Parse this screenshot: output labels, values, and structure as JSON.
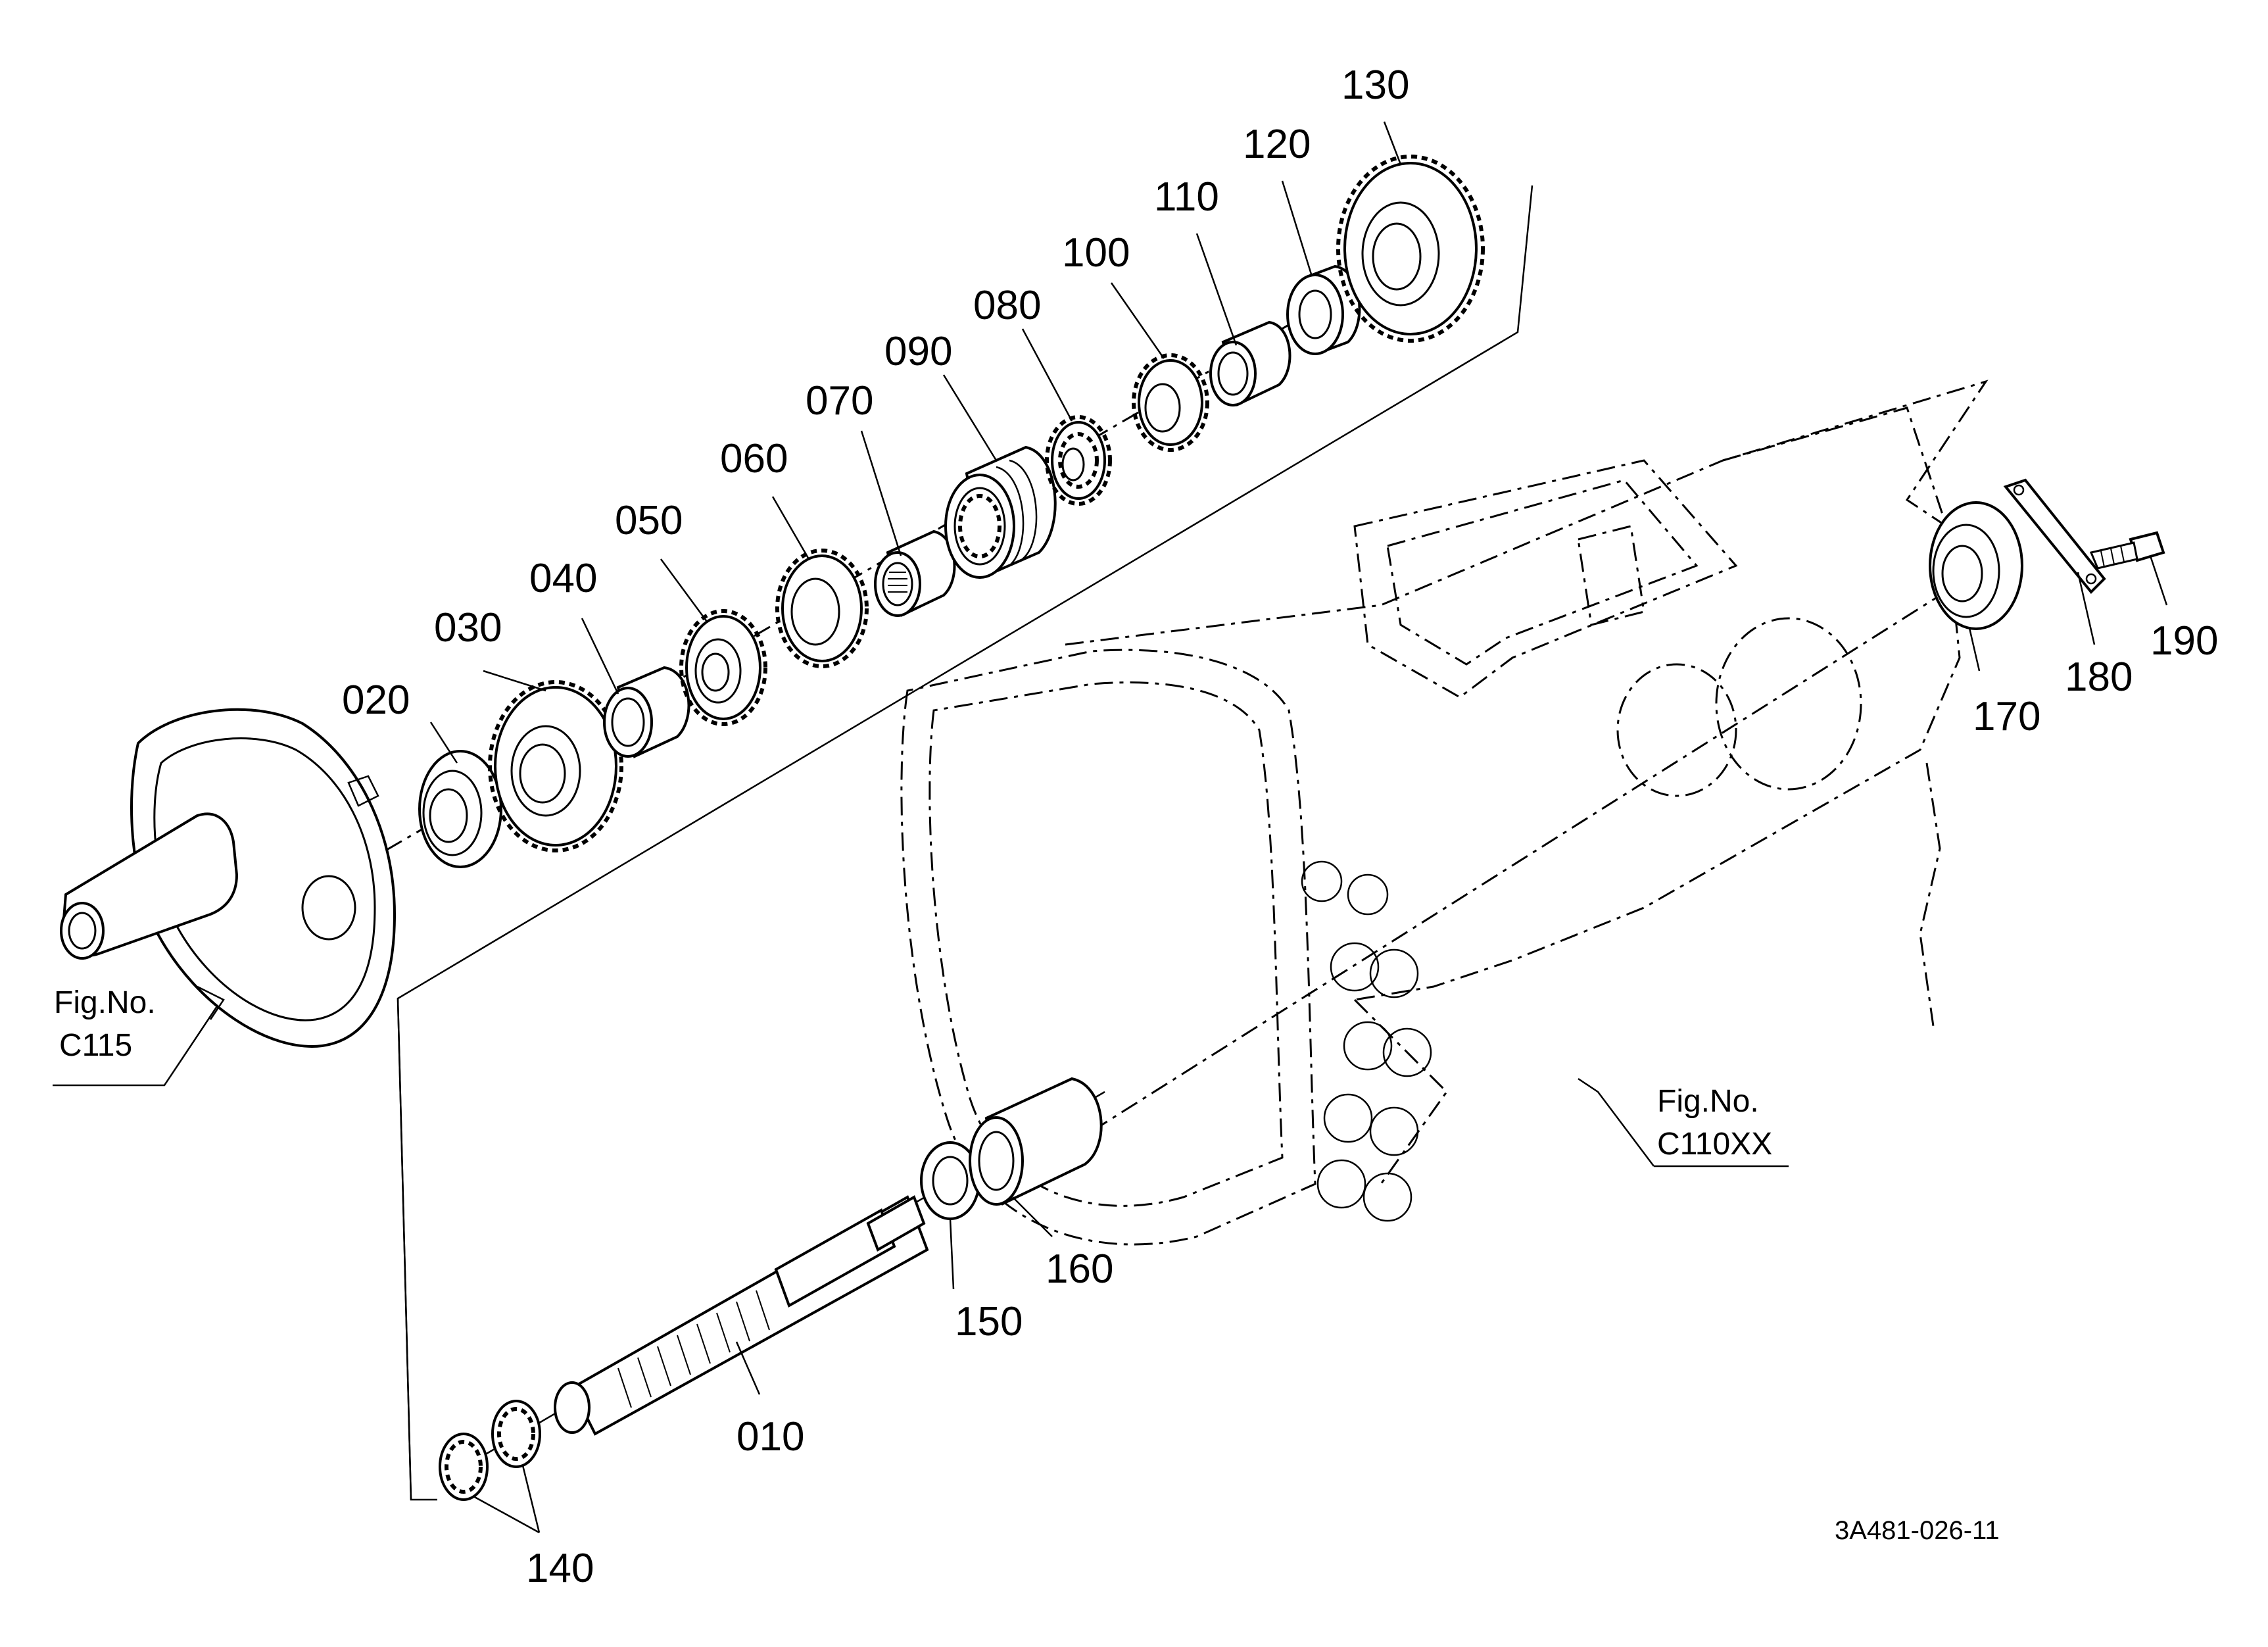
{
  "diagram": {
    "drawing_code": "3A481-026-11",
    "fig_refs": [
      {
        "line1": "Fig.No.",
        "line2": "C115"
      },
      {
        "line1": "Fig.No.",
        "line2": "C110XX"
      }
    ],
    "callouts": [
      "010",
      "020",
      "030",
      "040",
      "050",
      "060",
      "070",
      "080",
      "090",
      "100",
      "110",
      "120",
      "130",
      "140",
      "150",
      "160",
      "170",
      "180",
      "190"
    ]
  }
}
